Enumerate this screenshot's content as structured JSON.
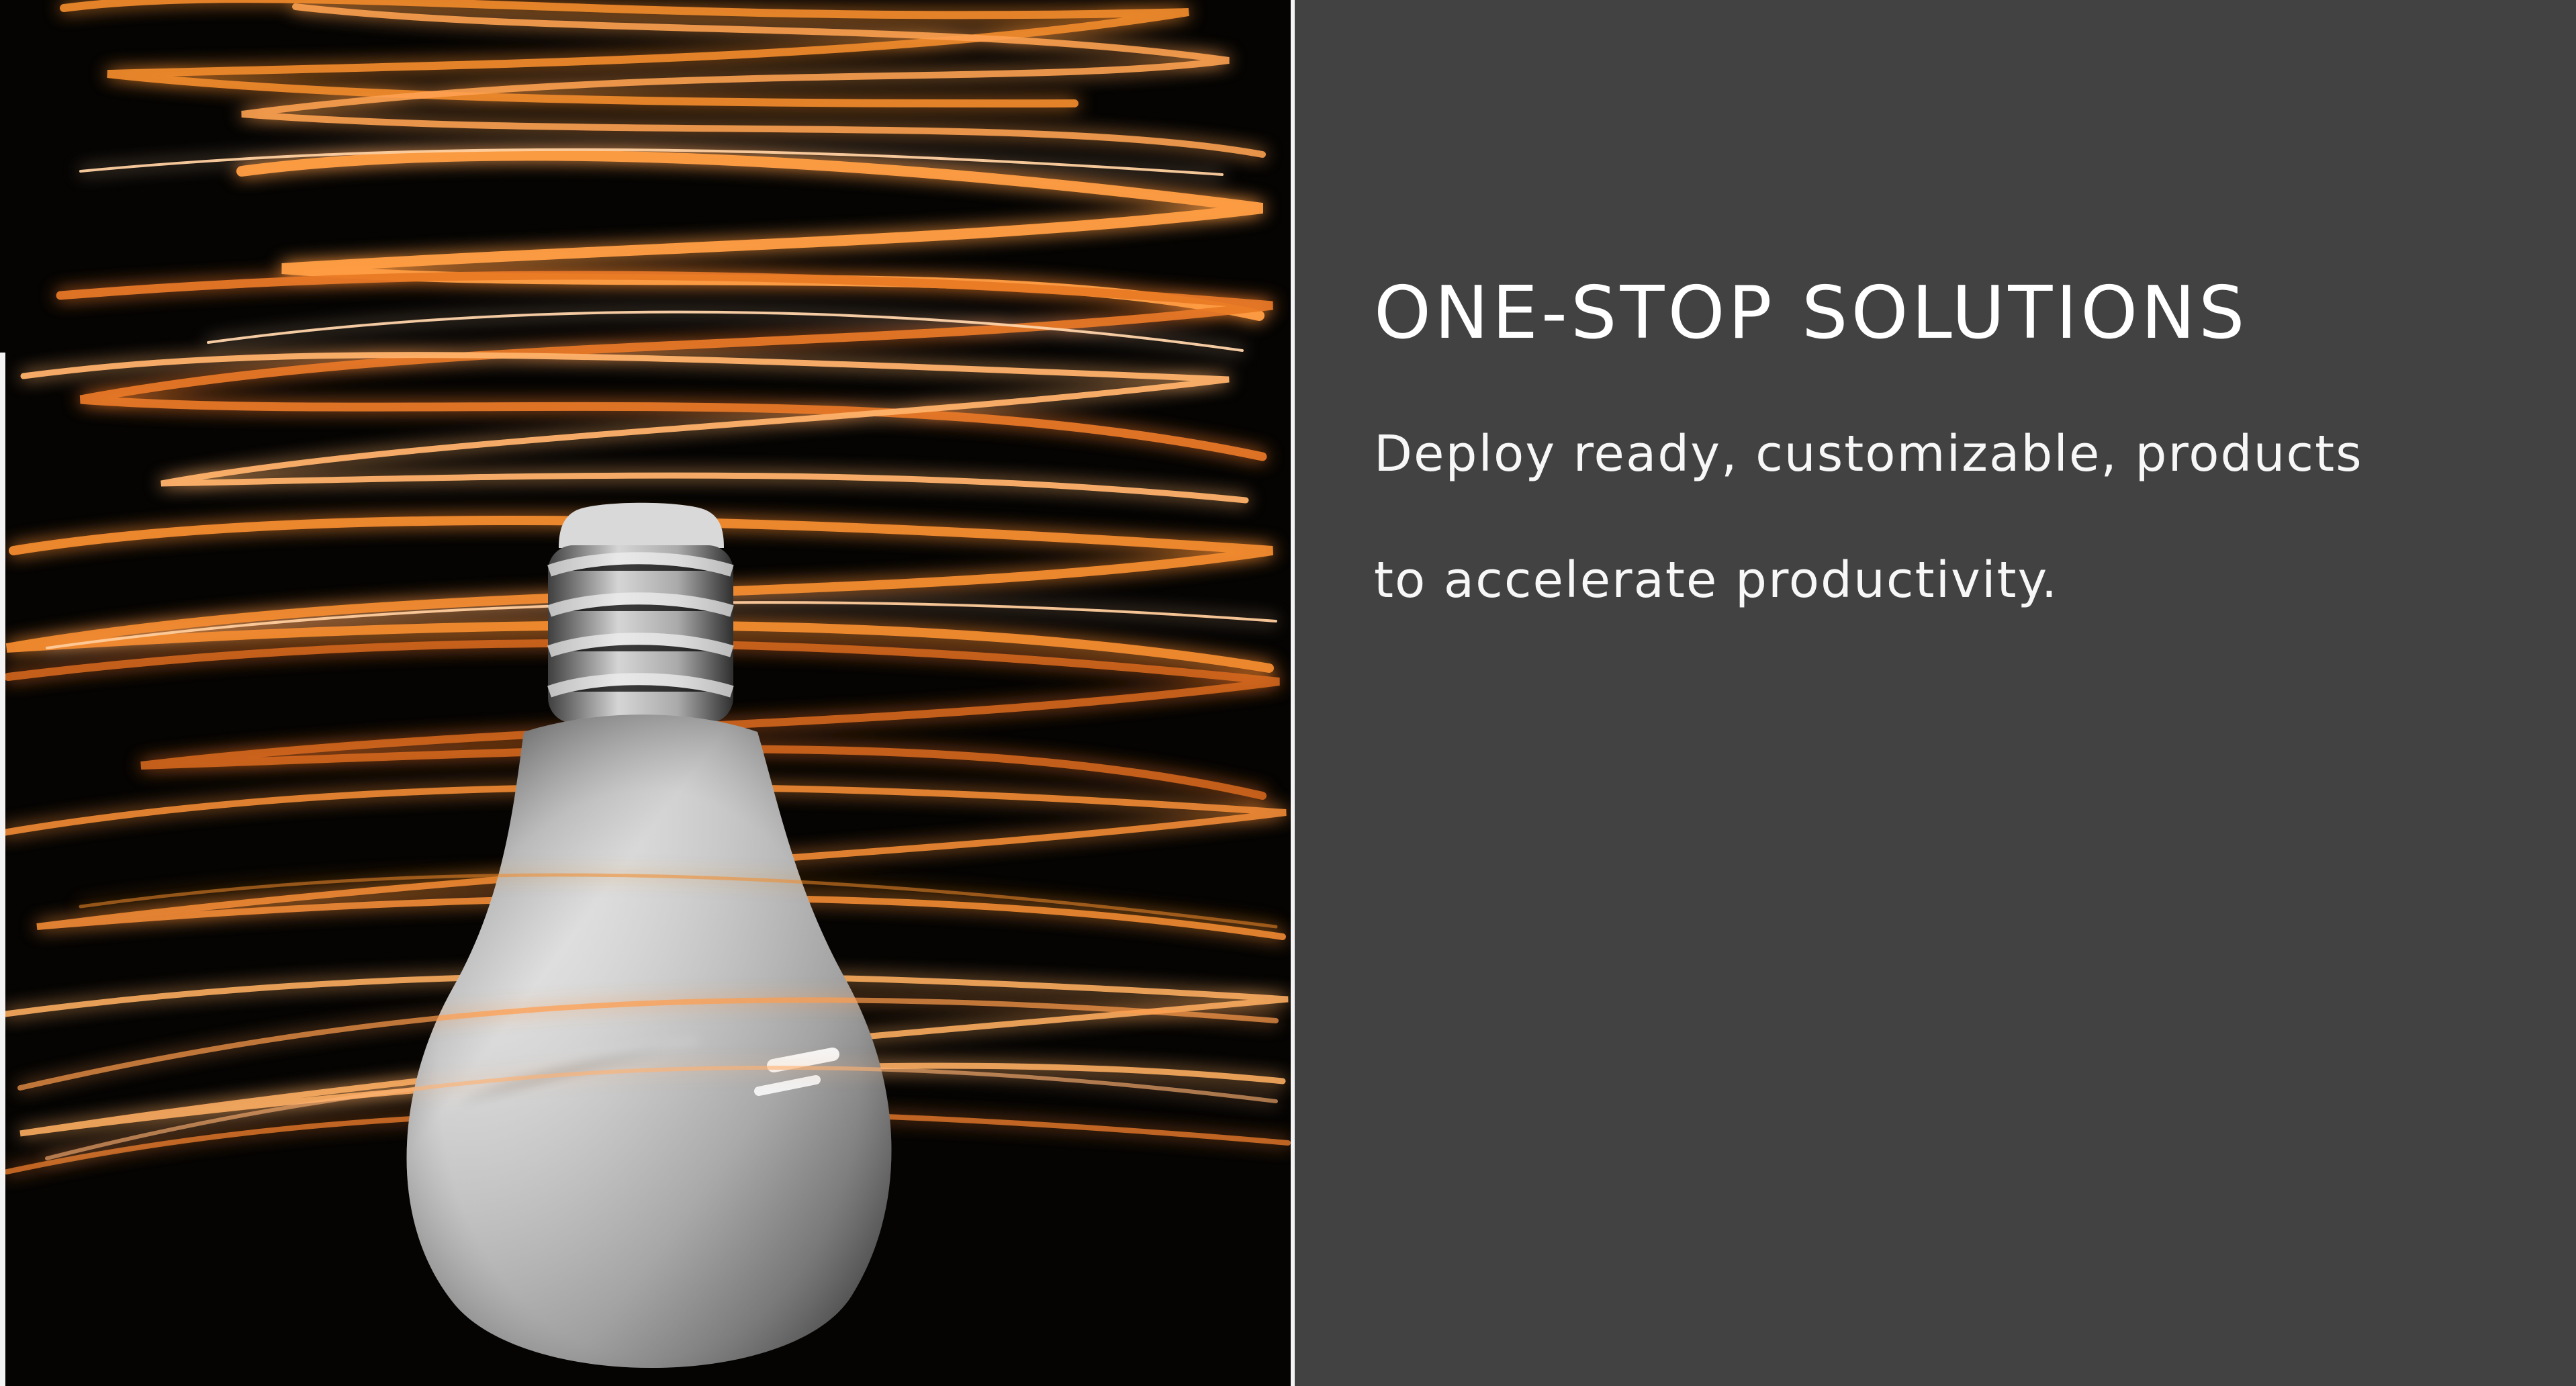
{
  "visual": {
    "name": "lightbulb-with-orange-light-trails",
    "left_background_color": "#050403",
    "right_background_color": "#424242",
    "accent_color": "#f28a24",
    "bulb_color": "#d8d8d8"
  },
  "content": {
    "title": "ONE-STOP SOLUTIONS",
    "description_lines": [
      "Deploy ready, customizable, products",
      "to accelerate productivity."
    ]
  }
}
